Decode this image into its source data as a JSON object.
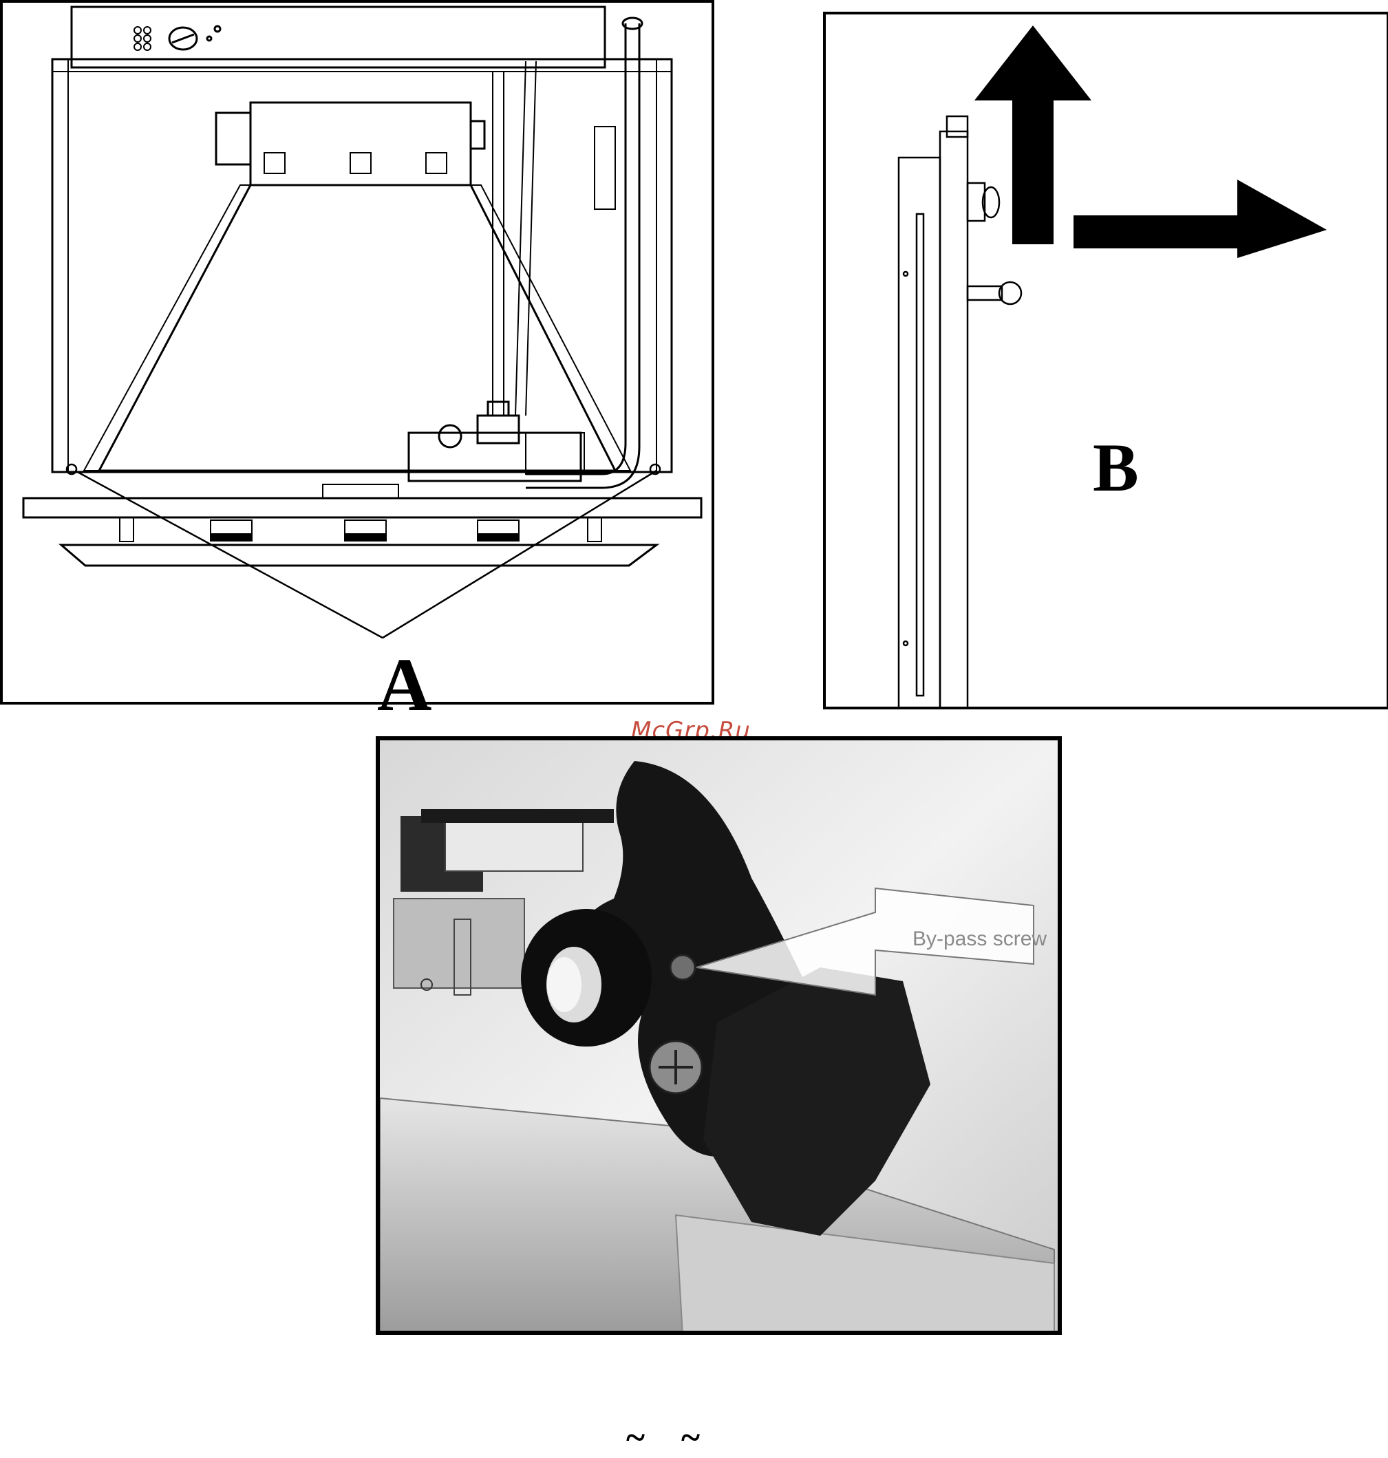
{
  "figure": {
    "panel_a_label": "A",
    "panel_b_label": "B",
    "photo_callout": "By-pass screw",
    "watermark": "McGrp.Ru",
    "footer_marks": "~ ~"
  },
  "colors": {
    "line": "#000000",
    "watermark": "#c0392b",
    "callout_text": "#8a8a8a"
  },
  "icons": {
    "arrow_up": "arrow-up-icon",
    "arrow_right": "arrow-right-icon"
  }
}
